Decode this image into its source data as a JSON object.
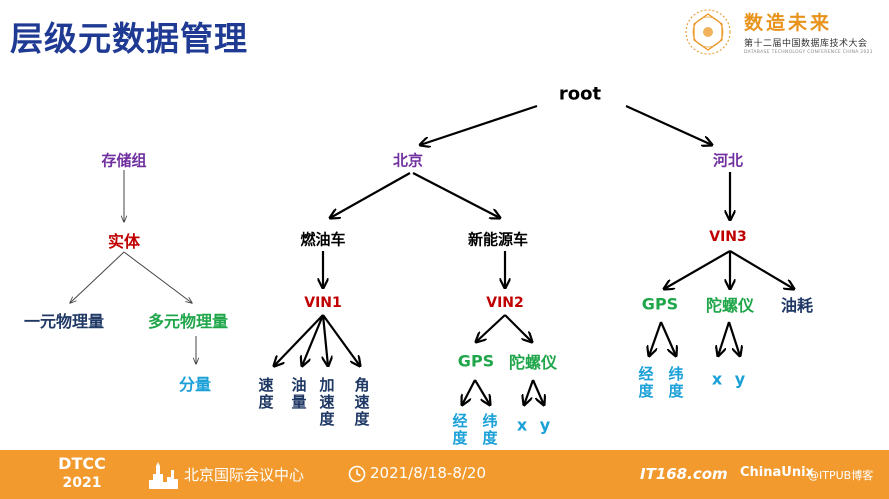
{
  "header": {
    "title": "层级元数据管理",
    "logo_main": "数造未来",
    "logo_sub": "第十二届中国数据库技术大会",
    "logo_eng": "DATABASE TECHNOLOGY CONFERENCE CHINA 2021"
  },
  "left_tree": {
    "storage_group": "存储组",
    "entity": "实体",
    "univariate": "一元物理量",
    "multivariate": "多元物理量",
    "component": "分量"
  },
  "right_tree": {
    "root": "root",
    "beijing": "北京",
    "hebei": "河北",
    "fuel_car": "燃油车",
    "ev_car": "新能源车",
    "vin1": "VIN1",
    "vin2": "VIN2",
    "vin3": "VIN3",
    "vin1_children": [
      "速度",
      "油量",
      "加速度",
      "角速度"
    ],
    "vin2_gps": "GPS",
    "vin2_gyro": "陀螺仪",
    "vin2_gps_children": [
      "经度",
      "纬度"
    ],
    "vin2_gyro_children": [
      "x",
      "y"
    ],
    "vin3_gps": "GPS",
    "vin3_gyro": "陀螺仪",
    "vin3_fuel": "油耗",
    "vin3_gps_children": [
      "经度",
      "纬度"
    ],
    "vin3_gyro_children": [
      "x",
      "y"
    ]
  },
  "footer": {
    "dtcc_line1": "DTCC",
    "dtcc_line2": "2021",
    "venue": "北京国际会议中心",
    "date": "2021/8/18-8/20",
    "logo_it168": "IT168.com",
    "logo_chinaunix": "ChinaUnix",
    "logo_itpub": "@ITPUB博客"
  },
  "colors": {
    "title": "#1f3a93",
    "footer_bg": "#f29a2e",
    "purple": "#7030a0",
    "red": "#c00000",
    "green": "#1fa64a",
    "navy": "#1f3864",
    "cyan": "#1ba0d8"
  }
}
